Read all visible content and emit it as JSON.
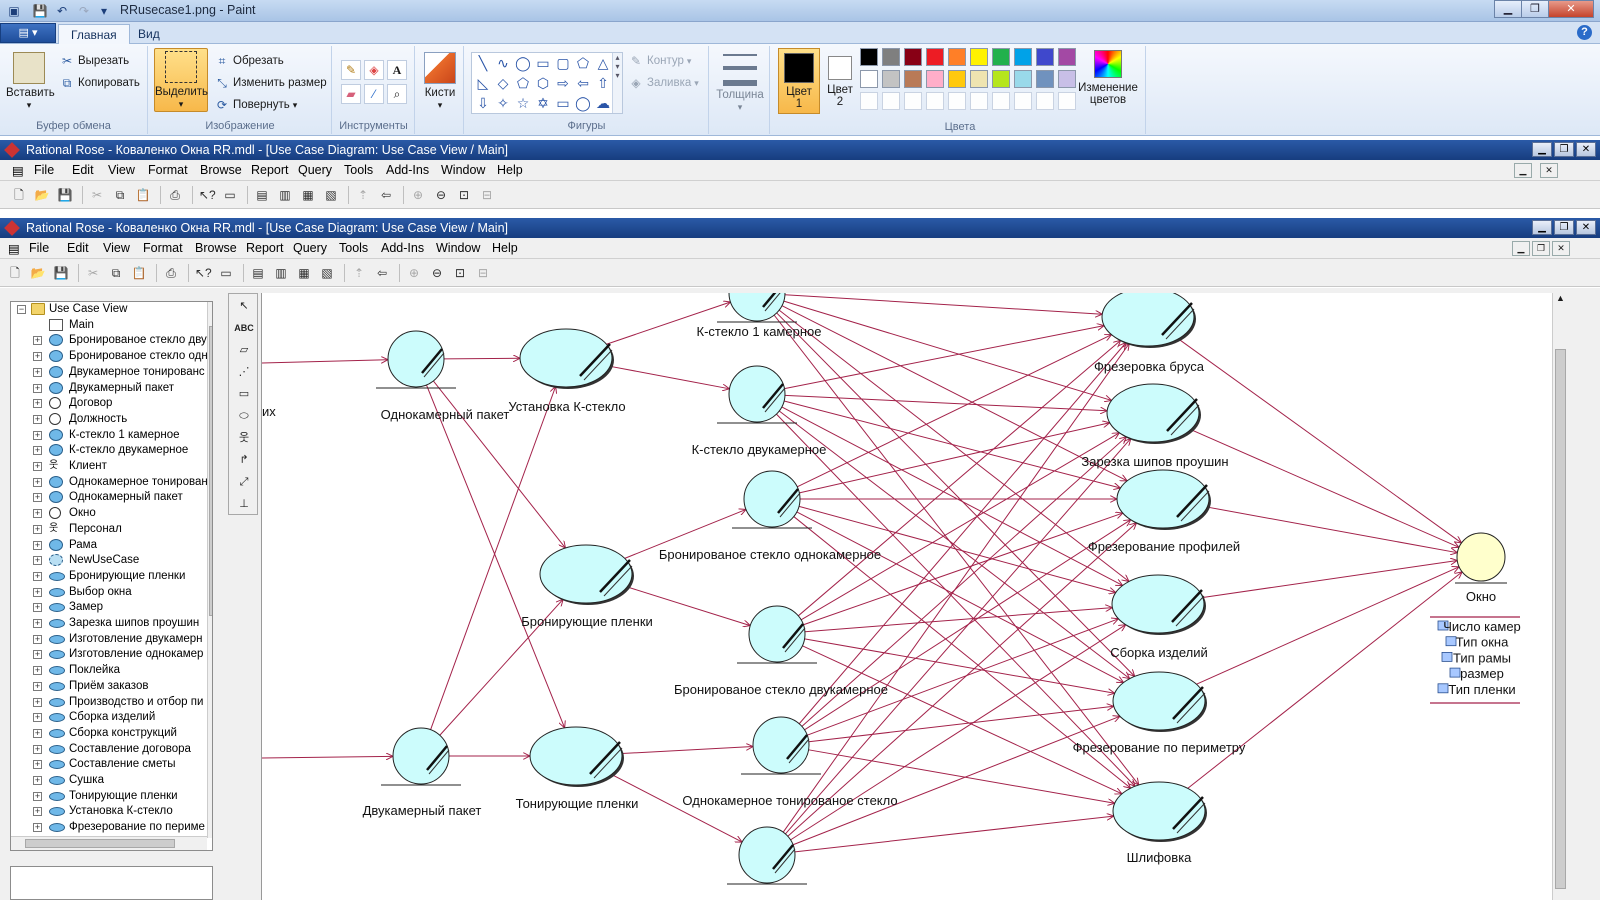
{
  "paint": {
    "title": "RRusecase1.png - Paint",
    "tabs": [
      {
        "label": "Главная",
        "active": true
      },
      {
        "label": "Вид",
        "active": false
      }
    ],
    "clipboard": {
      "paste": "Вставить",
      "cut": "Вырезать",
      "copy": "Копировать",
      "group": "Буфер обмена"
    },
    "image": {
      "select": "Выделить",
      "crop": "Обрезать",
      "resize": "Изменить размер",
      "rotate": "Повернуть",
      "group": "Изображение"
    },
    "tools": {
      "group": "Инструменты",
      "brushes": "Кисти"
    },
    "shapes": {
      "group": "Фигуры",
      "outline": "Контур",
      "fill": "Заливка"
    },
    "thickness": "Толщина",
    "color1": {
      "label": "Цвет",
      "num": "1"
    },
    "color2": {
      "label": "Цвет",
      "num": "2"
    },
    "edit_colors": {
      "line1": "Изменение",
      "line2": "цветов"
    },
    "colors_group": "Цвета",
    "palette_row1": [
      "#000000",
      "#7f7f7f",
      "#880015",
      "#ed1c24",
      "#ff7f27",
      "#fff200",
      "#22b14c",
      "#00a2e8",
      "#3f48cc",
      "#a349a4"
    ],
    "palette_row2": [
      "#ffffff",
      "#c3c3c3",
      "#b97a57",
      "#ffaec9",
      "#ffc90e",
      "#efe4b0",
      "#b5e61d",
      "#99d9ea",
      "#7092be",
      "#c8bfe7"
    ]
  },
  "rose_back": {
    "title": "Rational Rose - Коваленко Окна RR.mdl - [Use Case Diagram: Use Case View / Main]",
    "menu": [
      "File",
      "Edit",
      "View",
      "Format",
      "Browse",
      "Report",
      "Query",
      "Tools",
      "Add-Ins",
      "Window",
      "Help"
    ]
  },
  "rose_front": {
    "title": "Rational Rose - Коваленко Окна RR.mdl - [Use Case Diagram: Use Case View / Main]",
    "menu": [
      "File",
      "Edit",
      "View",
      "Format",
      "Browse",
      "Report",
      "Query",
      "Tools",
      "Add-Ins",
      "Window",
      "Help"
    ]
  },
  "browser": {
    "root": "Use Case View",
    "items": [
      {
        "label": "Main",
        "icon": "diagram-icon"
      },
      {
        "label": "Бронированое стекло двух",
        "icon": "use-case-icon"
      },
      {
        "label": "Бронированое стекло одн",
        "icon": "use-case-icon"
      },
      {
        "label": "Двукамерное тонированс",
        "icon": "use-case-icon"
      },
      {
        "label": "Двукамерный пакет",
        "icon": "use-case-icon"
      },
      {
        "label": "Договор",
        "icon": "entity-icon"
      },
      {
        "label": "Должность",
        "icon": "entity-icon"
      },
      {
        "label": "К-стекло 1 камерное",
        "icon": "use-case-icon"
      },
      {
        "label": "К-стекло двукамерное",
        "icon": "use-case-icon"
      },
      {
        "label": "Клиент",
        "icon": "actor-icon"
      },
      {
        "label": "Однокамерное тонирован",
        "icon": "use-case-icon"
      },
      {
        "label": "Однокамерный пакет",
        "icon": "use-case-icon"
      },
      {
        "label": "Окно",
        "icon": "entity-icon"
      },
      {
        "label": "Персонал",
        "icon": "actor-icon"
      },
      {
        "label": "Рама",
        "icon": "use-case-icon"
      },
      {
        "label": "NewUseCase",
        "icon": "use-case-dashed-icon"
      },
      {
        "label": "Бронирующие пленки",
        "icon": "oval-icon"
      },
      {
        "label": "Выбор окна",
        "icon": "oval-icon"
      },
      {
        "label": "Замер",
        "icon": "oval-icon"
      },
      {
        "label": "Зарезка шипов проушин",
        "icon": "oval-icon"
      },
      {
        "label": "Изготовление двукамерн",
        "icon": "oval-icon"
      },
      {
        "label": "Изготовление однокамер",
        "icon": "oval-icon"
      },
      {
        "label": "Поклейка",
        "icon": "oval-icon"
      },
      {
        "label": "Приём заказов",
        "icon": "oval-icon"
      },
      {
        "label": "Производство и отбор пи",
        "icon": "oval-icon"
      },
      {
        "label": "Сборка изделий",
        "icon": "oval-icon"
      },
      {
        "label": "Сборка конструкций",
        "icon": "oval-icon"
      },
      {
        "label": "Составление договора",
        "icon": "oval-icon"
      },
      {
        "label": "Составление сметы",
        "icon": "oval-icon"
      },
      {
        "label": "Сушка",
        "icon": "oval-icon"
      },
      {
        "label": "Тонирующие пленки",
        "icon": "oval-icon"
      },
      {
        "label": "Установка К-стекло",
        "icon": "oval-icon"
      },
      {
        "label": "Фрезерование по периме",
        "icon": "oval-icon"
      }
    ]
  },
  "diagram": {
    "partial_label": "их",
    "entities": [
      {
        "id": "e1",
        "label": "Однокамерный пакет"
      },
      {
        "id": "e2",
        "label": "Двукамерный пакет"
      },
      {
        "id": "e3",
        "label": "К-стекло 1 камерное"
      },
      {
        "id": "e4",
        "label": "К-стекло двукамерное"
      },
      {
        "id": "e5",
        "label": "Бронированое стекло однокамерное"
      },
      {
        "id": "e6",
        "label": "Бронированое стекло двукамерное"
      },
      {
        "id": "e7",
        "label": "Однокамерное тонированое стекло"
      },
      {
        "id": "e8",
        "label": ""
      }
    ],
    "controls": [
      {
        "id": "c1",
        "label": "Установка К-стекло"
      },
      {
        "id": "c2",
        "label": "Бронирующие пленки"
      },
      {
        "id": "c3",
        "label": "Тонирующие пленки"
      },
      {
        "id": "c4",
        "label": "Фрезеровка бруса"
      },
      {
        "id": "c5",
        "label": "Зарезка шипов проушин"
      },
      {
        "id": "c6",
        "label": "Фрезерование профилей"
      },
      {
        "id": "c7",
        "label": "Сборка изделий"
      },
      {
        "id": "c8",
        "label": "Фрезерование по периметру"
      },
      {
        "id": "c9",
        "label": "Шлифовка"
      }
    ],
    "window_entity": {
      "label": "Окно",
      "attributes": [
        "Число камер",
        "Тип окна",
        "Тип рамы",
        "размер",
        "Тип пленки"
      ]
    },
    "colors": {
      "ellipse_fill": "#ccfcfc",
      "arrow": "#a3224a",
      "entity_fill": "#ffffcc"
    }
  }
}
